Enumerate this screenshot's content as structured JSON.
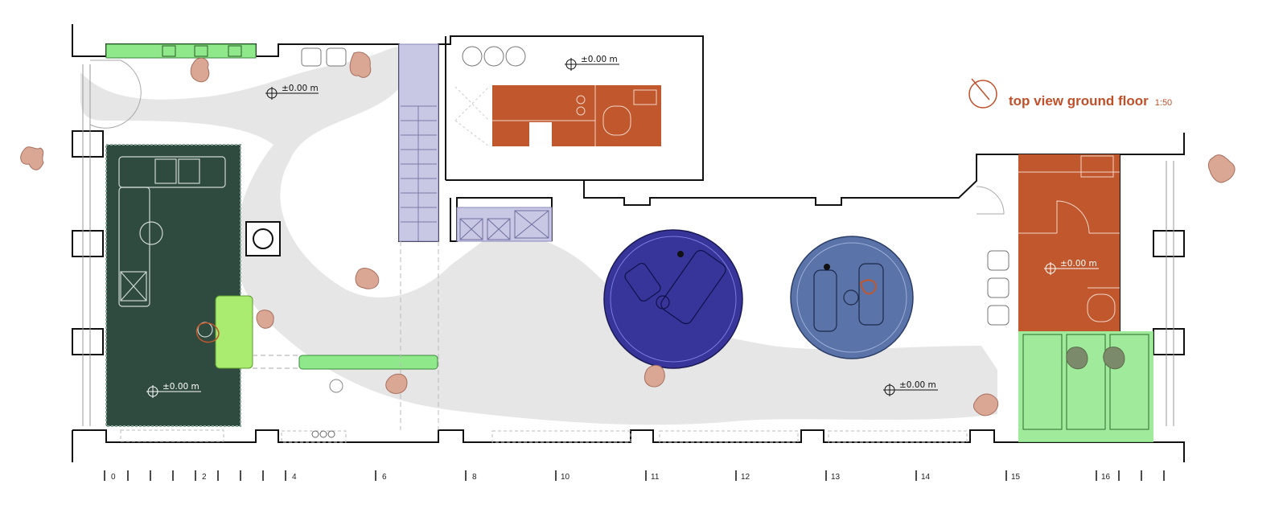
{
  "title": {
    "text": "top view ground floor",
    "scale": "1:50",
    "color": "#c0502a"
  },
  "level_marks": [
    "±0.00 m",
    "±0.00 m",
    "±0.00 m",
    "±0.00 m",
    "±0.00 m"
  ],
  "scale_bar": [
    "0",
    "2",
    "4",
    "6",
    "8",
    "10",
    "11",
    "12",
    "13",
    "14",
    "15",
    "16"
  ],
  "colors": {
    "wall": "#111111",
    "circulation": "#e6e6e6",
    "dark_green_zone": "#2f4a3f",
    "light_green": "#8fe88a",
    "orange_rooms": "#c0572d",
    "stair_lavender": "#c8c8e4",
    "round_table_1": "#37349a",
    "round_table_2": "#5a73a8",
    "person": "#d9a793"
  },
  "icons": [
    "north-arrow-icon",
    "level-marker-icon",
    "person-icon",
    "stair-icon"
  ]
}
